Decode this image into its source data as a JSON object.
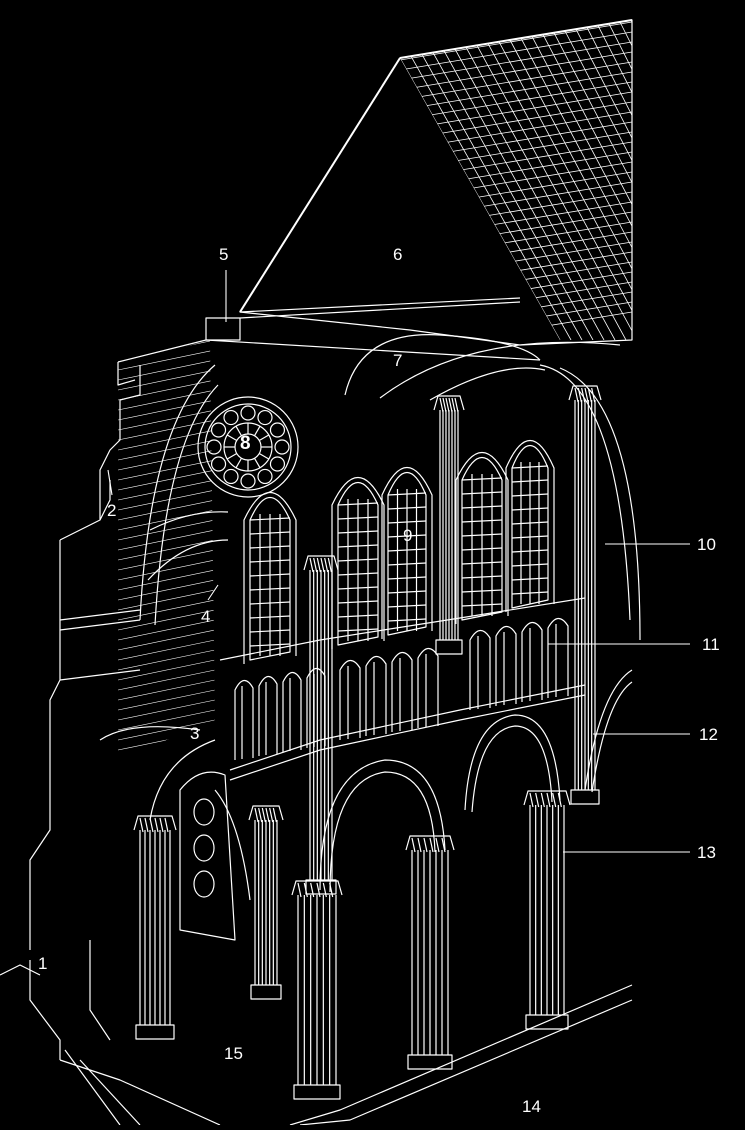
{
  "diagram": {
    "labels": [
      "1",
      "2",
      "3",
      "4",
      "5",
      "6",
      "7",
      "8",
      "9",
      "10",
      "11",
      "12",
      "13",
      "14",
      "15"
    ]
  },
  "colors": {
    "background": "#000000",
    "line": "#ffffff"
  }
}
